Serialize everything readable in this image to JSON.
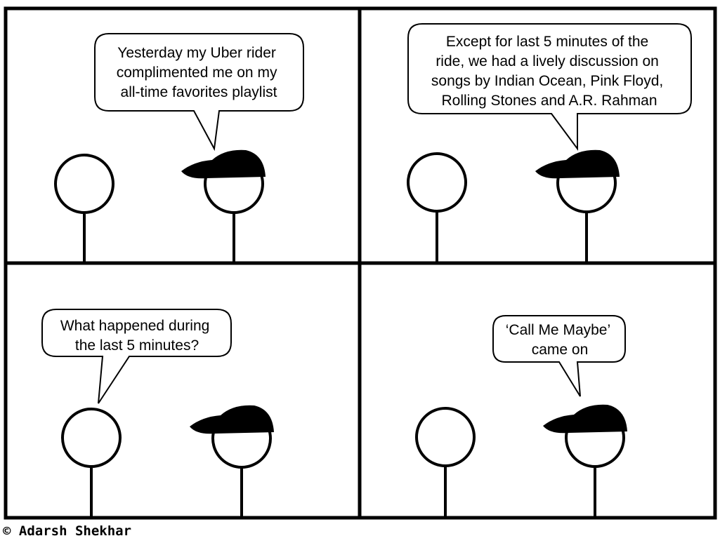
{
  "panels": [
    {
      "speaker": "driver",
      "lines": [
        "Yesterday my Uber rider",
        "complimented me on my",
        "all-time favorites playlist"
      ]
    },
    {
      "speaker": "driver",
      "lines": [
        "Except for last 5 minutes of the",
        "ride, we had a lively discussion on",
        "songs by Indian Ocean, Pink Floyd,",
        "Rolling Stones and A.R. Rahman"
      ]
    },
    {
      "speaker": "rider",
      "lines": [
        "What happened during",
        "the last 5 minutes?"
      ]
    },
    {
      "speaker": "driver",
      "lines": [
        "‘Call Me Maybe’",
        "came on"
      ]
    }
  ],
  "credit": "© Adarsh Shekhar",
  "colors": {
    "ink": "#000000",
    "paper": "#ffffff"
  }
}
